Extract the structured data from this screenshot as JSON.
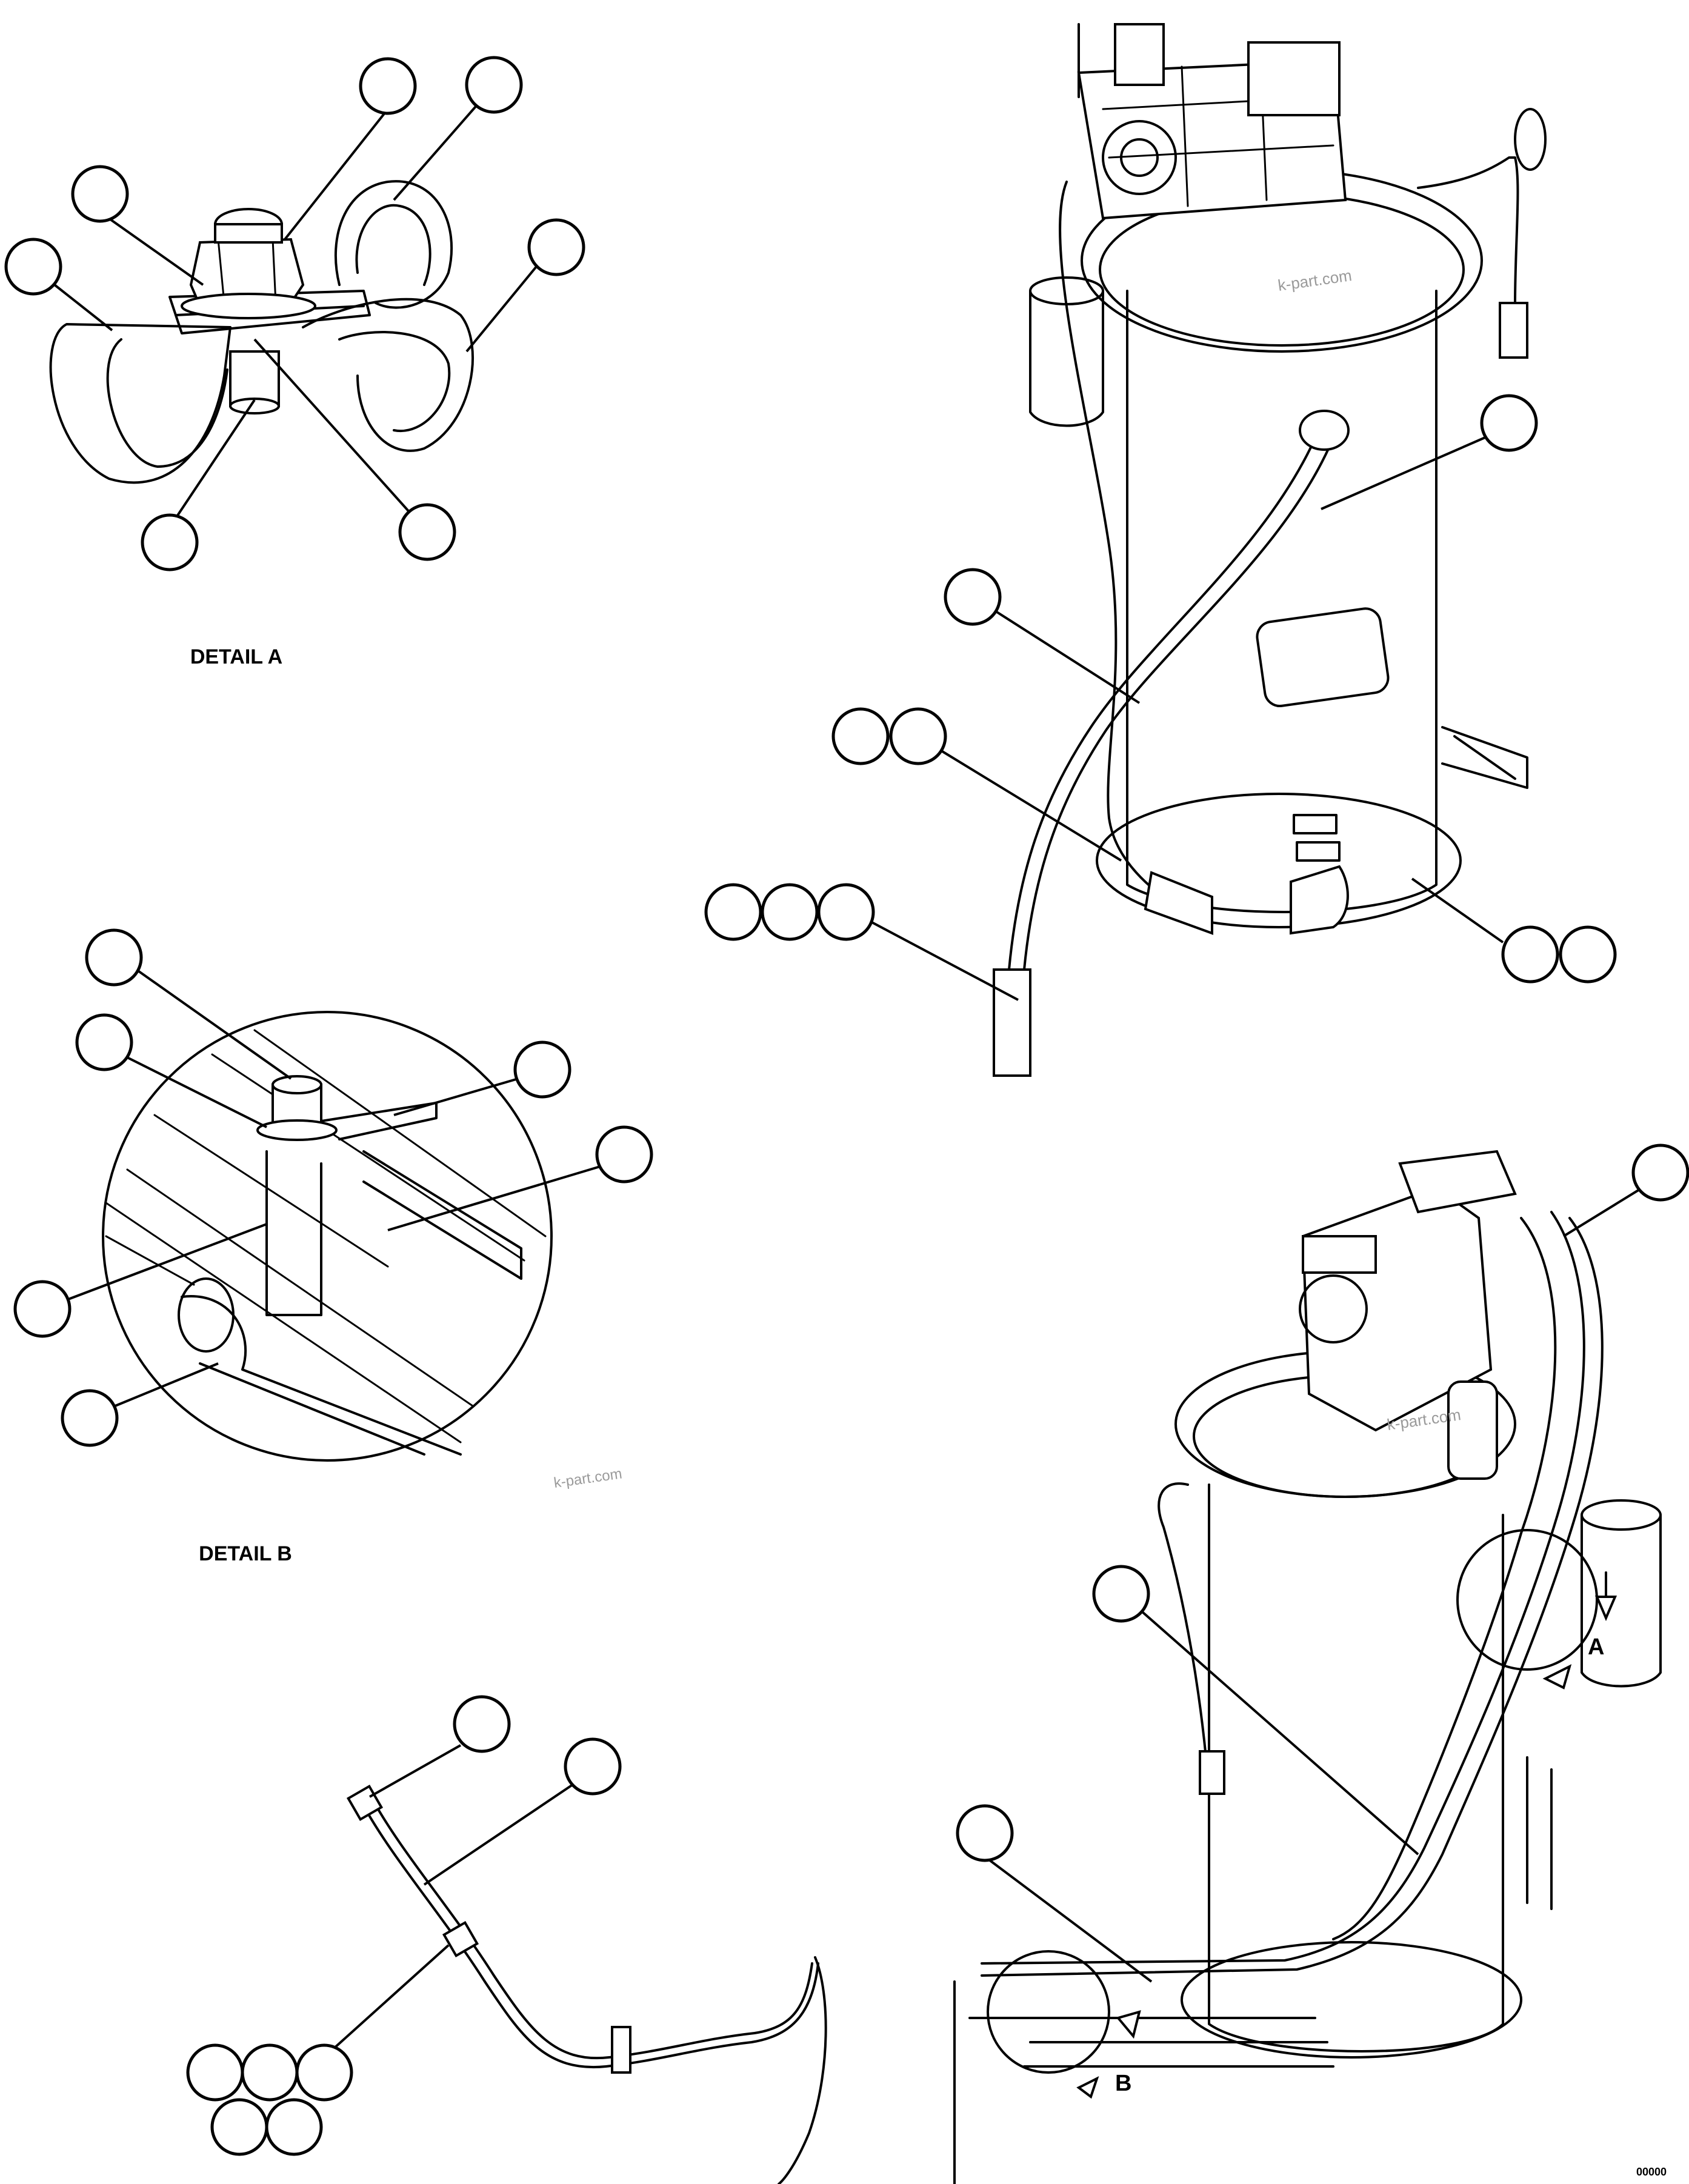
{
  "labels": {
    "detail_a": "DETAIL A",
    "detail_b": "DETAIL B",
    "view_a": "A",
    "view_b": "B",
    "watermark": "k-part.com",
    "sheet_code": "00000"
  }
}
